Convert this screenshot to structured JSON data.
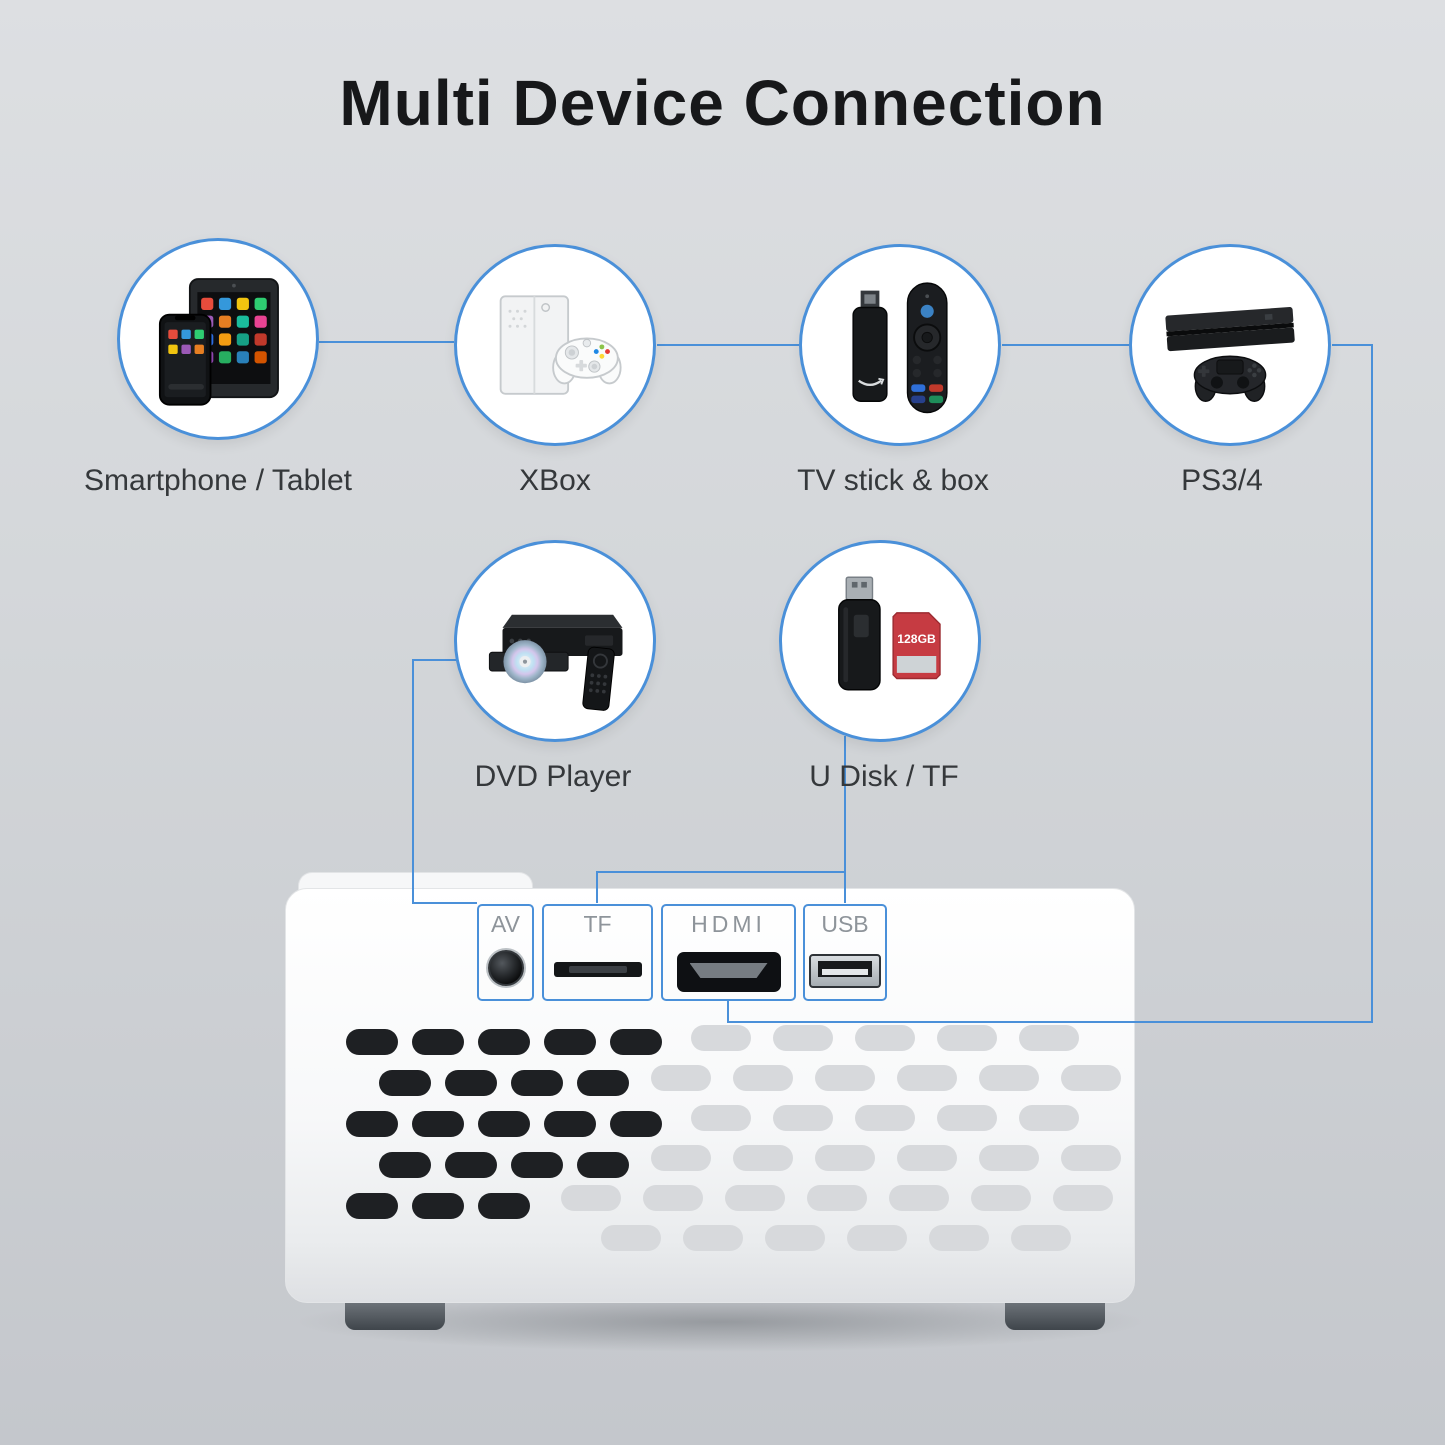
{
  "title": "Multi Device Connection",
  "devices": [
    {
      "label": "Smartphone / Tablet"
    },
    {
      "label": "XBox"
    },
    {
      "label": "TV stick & box"
    },
    {
      "label": "PS3/4"
    },
    {
      "label": "DVD Player"
    },
    {
      "label": "U Disk / TF"
    }
  ],
  "projector_ports": [
    {
      "label": "AV"
    },
    {
      "label": "TF"
    },
    {
      "label": "HDMI"
    },
    {
      "label": "USB"
    }
  ],
  "usb_drive": {
    "card_label": "128GB"
  },
  "colors": {
    "accent_blue": "#4a90d9",
    "background_top": "#dddfe2",
    "background_bottom": "#c4c7cc",
    "title": "#17181a",
    "device_label": "#35383b",
    "port_label": "#8e949a"
  }
}
